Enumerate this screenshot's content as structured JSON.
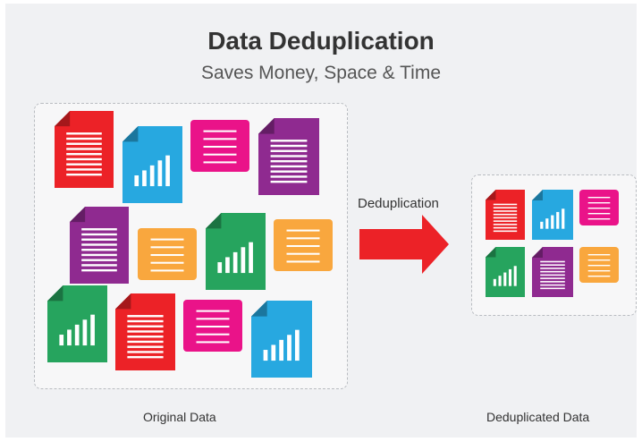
{
  "title": "Data Deduplication",
  "subtitle": "Saves Money, Space & Time",
  "arrow_label": "Deduplication",
  "original_caption": "Original Data",
  "deduplicated_caption": "Deduplicated Data",
  "colors": {
    "red": "#ec2227",
    "blue": "#27a8e0",
    "pink": "#ea1389",
    "purple": "#8f2a90",
    "orange": "#f9a73e",
    "green": "#26a45e",
    "arrow": "#ec2227"
  },
  "original_icons": [
    {
      "kind": "text-doc",
      "color": "red"
    },
    {
      "kind": "chart-doc",
      "color": "blue"
    },
    {
      "kind": "note-card",
      "color": "pink"
    },
    {
      "kind": "text-doc",
      "color": "purple"
    },
    {
      "kind": "text-doc",
      "color": "purple"
    },
    {
      "kind": "note-card",
      "color": "orange"
    },
    {
      "kind": "chart-doc",
      "color": "green"
    },
    {
      "kind": "note-card",
      "color": "orange"
    },
    {
      "kind": "chart-doc",
      "color": "green"
    },
    {
      "kind": "text-doc",
      "color": "red"
    },
    {
      "kind": "note-card",
      "color": "pink"
    },
    {
      "kind": "chart-doc",
      "color": "blue"
    }
  ],
  "deduplicated_icons": [
    {
      "kind": "text-doc",
      "color": "red"
    },
    {
      "kind": "chart-doc",
      "color": "blue"
    },
    {
      "kind": "note-card",
      "color": "pink"
    },
    {
      "kind": "chart-doc",
      "color": "green"
    },
    {
      "kind": "text-doc",
      "color": "purple"
    },
    {
      "kind": "note-card",
      "color": "orange"
    }
  ]
}
